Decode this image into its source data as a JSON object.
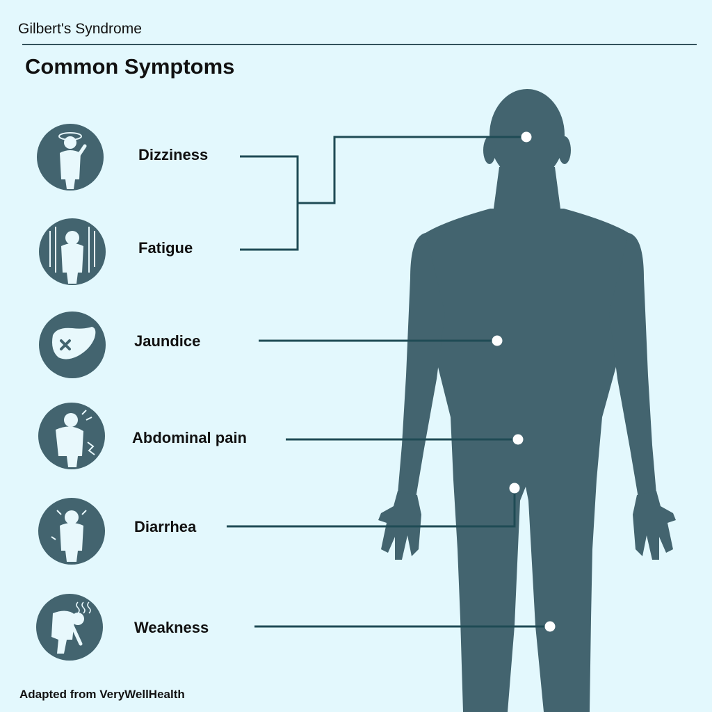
{
  "header": {
    "title": "Gilbert's Syndrome"
  },
  "heading": "Common Symptoms",
  "symptoms": [
    {
      "label": "Dizziness",
      "icon": "dizzy-person-icon"
    },
    {
      "label": "Fatigue",
      "icon": "tired-person-icon"
    },
    {
      "label": "Jaundice",
      "icon": "liver-icon"
    },
    {
      "label": "Abdominal pain",
      "icon": "stomach-pain-person-icon"
    },
    {
      "label": "Diarrhea",
      "icon": "cramping-person-icon"
    },
    {
      "label": "Weakness",
      "icon": "weak-person-icon"
    }
  ],
  "footer": {
    "credit": "Adapted from VeryWellHealth"
  },
  "colors": {
    "background": "#e3f8fd",
    "silhouette": "#43646f",
    "line": "#1f4b55",
    "icon_circle": "#43646f",
    "marker": "#ffffff"
  }
}
